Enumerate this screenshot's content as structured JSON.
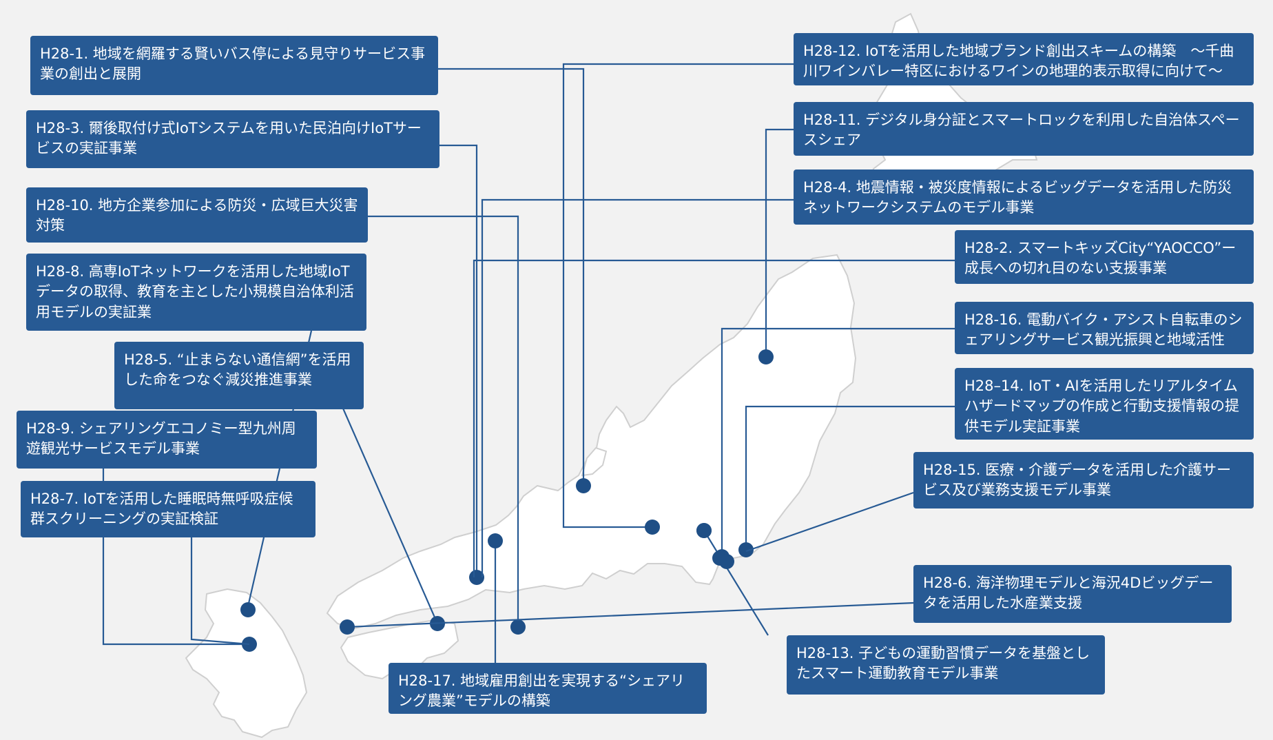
{
  "colors": {
    "background": "#f2f2f2",
    "box": "#275a94",
    "line": "#275a94",
    "dot": "#1f4f86",
    "land": "#ffffff",
    "coast": "#cfcfcf"
  },
  "projects": [
    {
      "id": "h28-1",
      "label": "H28-1. 地域を網羅する賢いバス停による見守りサービス事業の創出と展開"
    },
    {
      "id": "h28-3",
      "label": "H28-3. 爾後取付け式IoTシステムを用いた民泊向けIoTサービスの実証事業"
    },
    {
      "id": "h28-10",
      "label": "H28-10. 地方企業参加による防災・広域巨大災害対策"
    },
    {
      "id": "h28-8",
      "label": "H28-8. 高専IoTネットワークを活用した地域IoTデータの取得、教育を主とした小規模自治体利活用モデルの実証業"
    },
    {
      "id": "h28-5",
      "label": "H28-5. “止まらない通信網”を活用した命をつなぐ減災推進事業"
    },
    {
      "id": "h28-9",
      "label": "H28-9. シェアリングエコノミー型九州周遊観光サービスモデル事業"
    },
    {
      "id": "h28-7",
      "label": "H28-7. IoTを活用した睡眠時無呼吸症候群スクリーニングの実証検証"
    },
    {
      "id": "h28-17",
      "label": "H28-17. 地域雇用創出を実現する“シェアリング農業”モデルの構築"
    },
    {
      "id": "h28-12",
      "label": "H28-12. IoTを活用した地域ブランド創出スキームの構築　～千曲川ワインバレー特区におけるワインの地理的表示取得に向けて～"
    },
    {
      "id": "h28-11",
      "label": "H28-11. デジタル身分証とスマートロックを利用した自治体スペースシェア"
    },
    {
      "id": "h28-4",
      "label": "H28-4. 地震情報・被災度情報によるビッグデータを活用した防災ネットワークシステムのモデル事業"
    },
    {
      "id": "h28-2",
      "label": "H28-2. スマートキッズCity“YAOCCO”ー成長への切れ目のない支援事業"
    },
    {
      "id": "h28-16",
      "label": "H28-16. 電動バイク・アシスト自転車のシェアリングサービス観光振興と地域活性"
    },
    {
      "id": "h28-14",
      "label": "H28–14. IoT・AIを活用したリアルタイムハザードマップの作成と行動支援情報の提供モデル実証事業"
    },
    {
      "id": "h28-15",
      "label": "H28-15. 医療・介護データを活用した介護サービス及び業務支援モデル事業"
    },
    {
      "id": "h28-6",
      "label": "H28-6. 海洋物理モデルと海況4Dビッグデータを活用した水産業支援"
    },
    {
      "id": "h28-13",
      "label": "H28-13. 子どもの運動習慣データを基盤としたスマート運動教育モデル事業"
    }
  ]
}
